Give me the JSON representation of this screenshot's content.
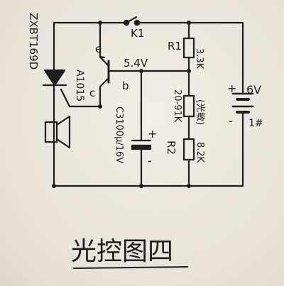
{
  "diagram": {
    "title": "光控图四",
    "components": {
      "led": {
        "label": "ZXBT169D"
      },
      "transistor": {
        "label": "A1015",
        "emitter_pin": "e",
        "base_pin": "b",
        "collector_pin": "c",
        "voltage": "5.4V"
      },
      "switch": {
        "label": "K1"
      },
      "r1": {
        "label": "R1",
        "value": "3.3K"
      },
      "r2": {
        "label": "R2",
        "value": "20-91K",
        "note": "(光敏)"
      },
      "r3": {
        "value": "8.2K"
      },
      "capacitor": {
        "label": "C3100μ/16V",
        "plus": "+",
        "minus": "-"
      },
      "battery": {
        "plus": "+",
        "voltage": "6V",
        "minus": "-",
        "number": "1#"
      }
    }
  }
}
